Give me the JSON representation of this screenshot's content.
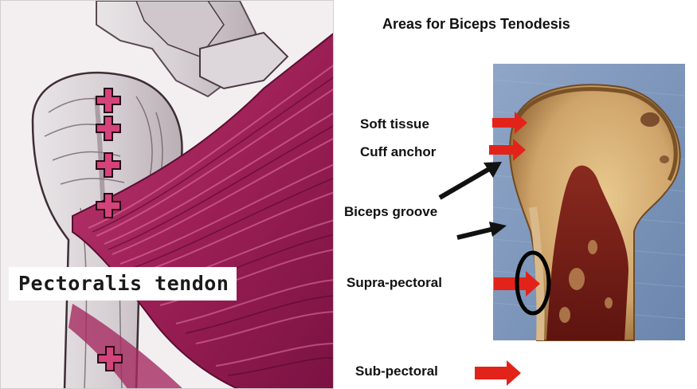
{
  "left_panel": {
    "label": "Pectoralis tendon",
    "marker_color": "#d4437a"
  },
  "right_panel": {
    "title": "Areas for Biceps Tenodesis",
    "labels": {
      "soft_tissue": "Soft tissue",
      "cuff_anchor": "Cuff anchor",
      "biceps_groove": "Biceps groove",
      "supra_pectoral": "Supra-pectoral",
      "sub_pectoral": "Sub-pectoral"
    },
    "arrow_color": "#e2231a"
  }
}
